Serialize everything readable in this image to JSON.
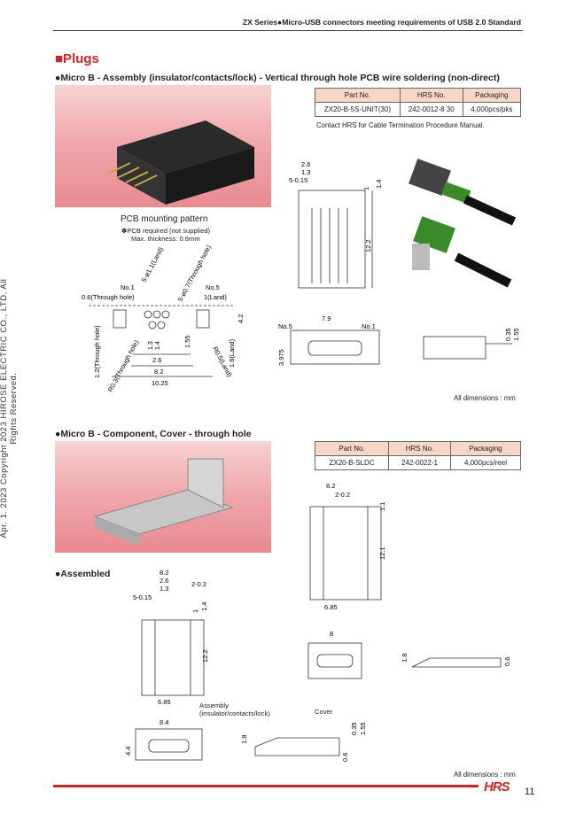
{
  "header": "ZX Series●Micro-USB connectors meeting requirements of USB 2.0 Standard",
  "side_text": "Apr. 1. 2023 Copyright 2023 HIROSE ELECTRIC CO., LTD. All Rights Reserved.",
  "section_title": "■Plugs",
  "sub1": {
    "title": "●Micro B - Assembly (insulator/contacts/lock) - Vertical through hole PCB wire soldering (non-direct)",
    "headers": [
      "Part No.",
      "HRS No.",
      "Packaging"
    ],
    "row": [
      "ZX20-B-5S-UNIT(30)",
      "242-0012-8 30",
      "4,000pcs/pks"
    ],
    "note": "Contact HRS for Cable Termination Procedure Manual."
  },
  "pcb": {
    "title": "PCB mounting pattern",
    "note1": "✽PCB required (not supplied)",
    "note2": "Max. thickness: 0.6mm",
    "labels": [
      "No.1",
      "No.5",
      "0.6(Through hole)",
      "1(Land)",
      "5-ø1.1(Land)",
      "5-ø0.7(Through hole)",
      "1.2(Through hole)",
      "R0.3(Through hole)",
      "R0.5(Land)",
      "1.6(Land)",
      "1.3",
      "2.6",
      "8.2",
      "10.25",
      "4.2",
      "1.55",
      "1.4"
    ]
  },
  "dims1": [
    "2.6",
    "1.3",
    "5-0.15",
    "1",
    "1.4",
    "12.2",
    "7.9",
    "No.5",
    "No.1",
    "3.975",
    "0.35",
    "1.55"
  ],
  "all_dims": "All dimensions : mm",
  "sub2": {
    "title": "●Micro B - Component, Cover - through hole",
    "headers": [
      "Part No.",
      "HRS No.",
      "Packaging"
    ],
    "row": [
      "ZX20-B-SLDC",
      "242-0022-1",
      "4,000pcs/reel"
    ]
  },
  "dims2": [
    "8.2",
    "2-0.2",
    "1.1",
    "12.1",
    "6.85",
    "8",
    "1.8",
    "0.6"
  ],
  "assembled": {
    "title": "●Assembled",
    "dims": [
      "8.2",
      "2.6",
      "1.3",
      "2-0.2",
      "5-0.15",
      "1",
      "1.4",
      "12.2",
      "6.85",
      "8.4",
      "4.4",
      "1.8",
      "0.35",
      "1.55",
      "0.6"
    ],
    "label_assembly": "Assembly",
    "label_assembly2": "(insulator/contacts/lock)",
    "label_cover": "Cover"
  },
  "all_dims2": "All dimensions : mm",
  "logo": "HRS",
  "page_number": "11"
}
